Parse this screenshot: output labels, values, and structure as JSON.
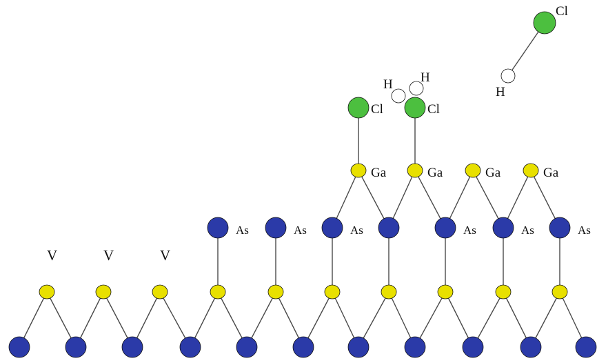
{
  "colors": {
    "substrate_atom": "#2b3aa8",
    "gallium": "#e8e000",
    "arsenic": "#2b3aa8",
    "chlorine": "#4cbf3f",
    "hydrogen": "#ffffff",
    "bond": "#4a4a4a"
  },
  "labels": {
    "vacancy": "V",
    "arsenic": "As",
    "gallium": "Ga",
    "chlorine": "Cl",
    "hydrogen": "H"
  }
}
